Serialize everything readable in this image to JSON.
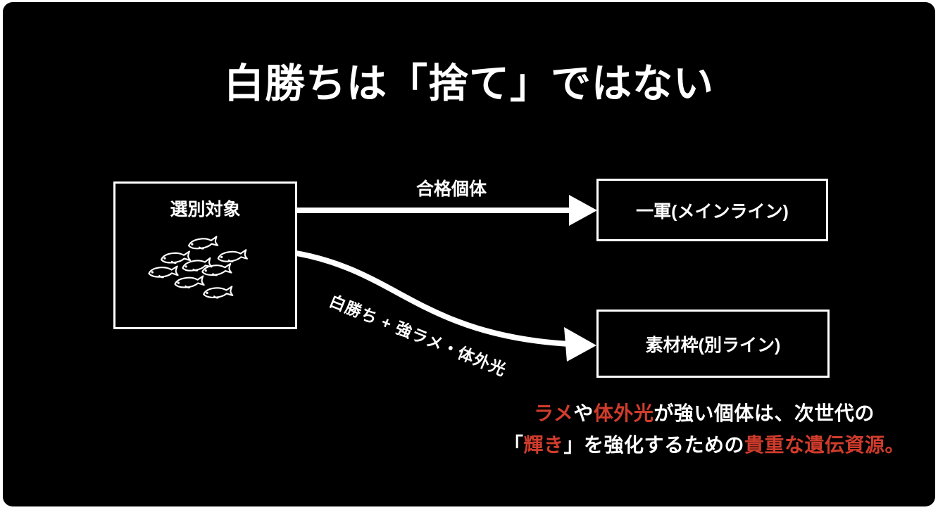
{
  "page": {
    "background": "#ffffff"
  },
  "slide": {
    "title": "白勝ちは「捨て」ではない",
    "colors": {
      "background": "#000000",
      "text": "#ffffff",
      "accent_red": "#d03c2c",
      "arrow": "#ffffff"
    }
  },
  "diagram": {
    "source_box": {
      "label": "選別対象",
      "icon": "medaka-fish-outline-icon",
      "fish_count": 8
    },
    "pass_arrow": {
      "label": "合格個体"
    },
    "main_line_box": {
      "label": "一軍(メインライン)"
    },
    "material_arrow": {
      "label": "白勝ち + 強ラメ・体外光"
    },
    "material_box": {
      "label": "素材枠(別ライン)"
    }
  },
  "note": {
    "line1_parts": [
      {
        "text": "ラメ",
        "emphasis": true
      },
      {
        "text": "や",
        "emphasis": false
      },
      {
        "text": "体外光",
        "emphasis": true
      },
      {
        "text": "が強い個体は、次世代の",
        "emphasis": false
      }
    ],
    "line2_parts": [
      {
        "text": "「",
        "emphasis": false
      },
      {
        "text": "輝き",
        "emphasis": true
      },
      {
        "text": "」を強化するための",
        "emphasis": false
      },
      {
        "text": "貴重な遺伝資源。",
        "emphasis": true
      }
    ]
  }
}
